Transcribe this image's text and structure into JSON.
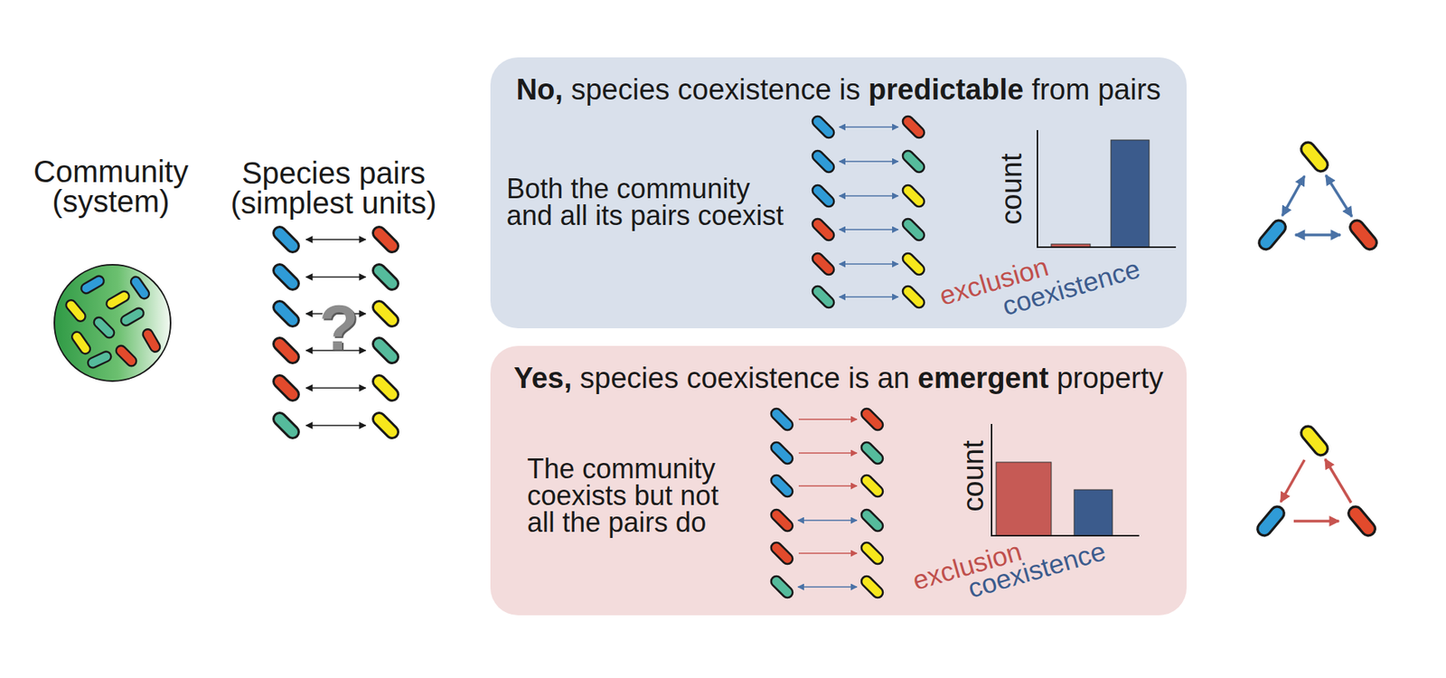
{
  "diagram": {
    "nodes": [
      {
        "text": [
          "Community (system)"
        ]
      },
      {
        "text": [
          "No, species coexistence is predictable from pairs",
          "Both the community and all its pairs coexist"
        ]
      },
      {
        "text": [
          "Yes, species coexistence is an emergent property",
          "The community coexists but not all the pairs do"
        ]
      }
    ],
    "labels": [
      "Species pairs (simplest units)",
      "?",
      "count",
      "exclusion",
      "coexistence",
      "count",
      "exclusion",
      "coexistence"
    ]
  }
}
